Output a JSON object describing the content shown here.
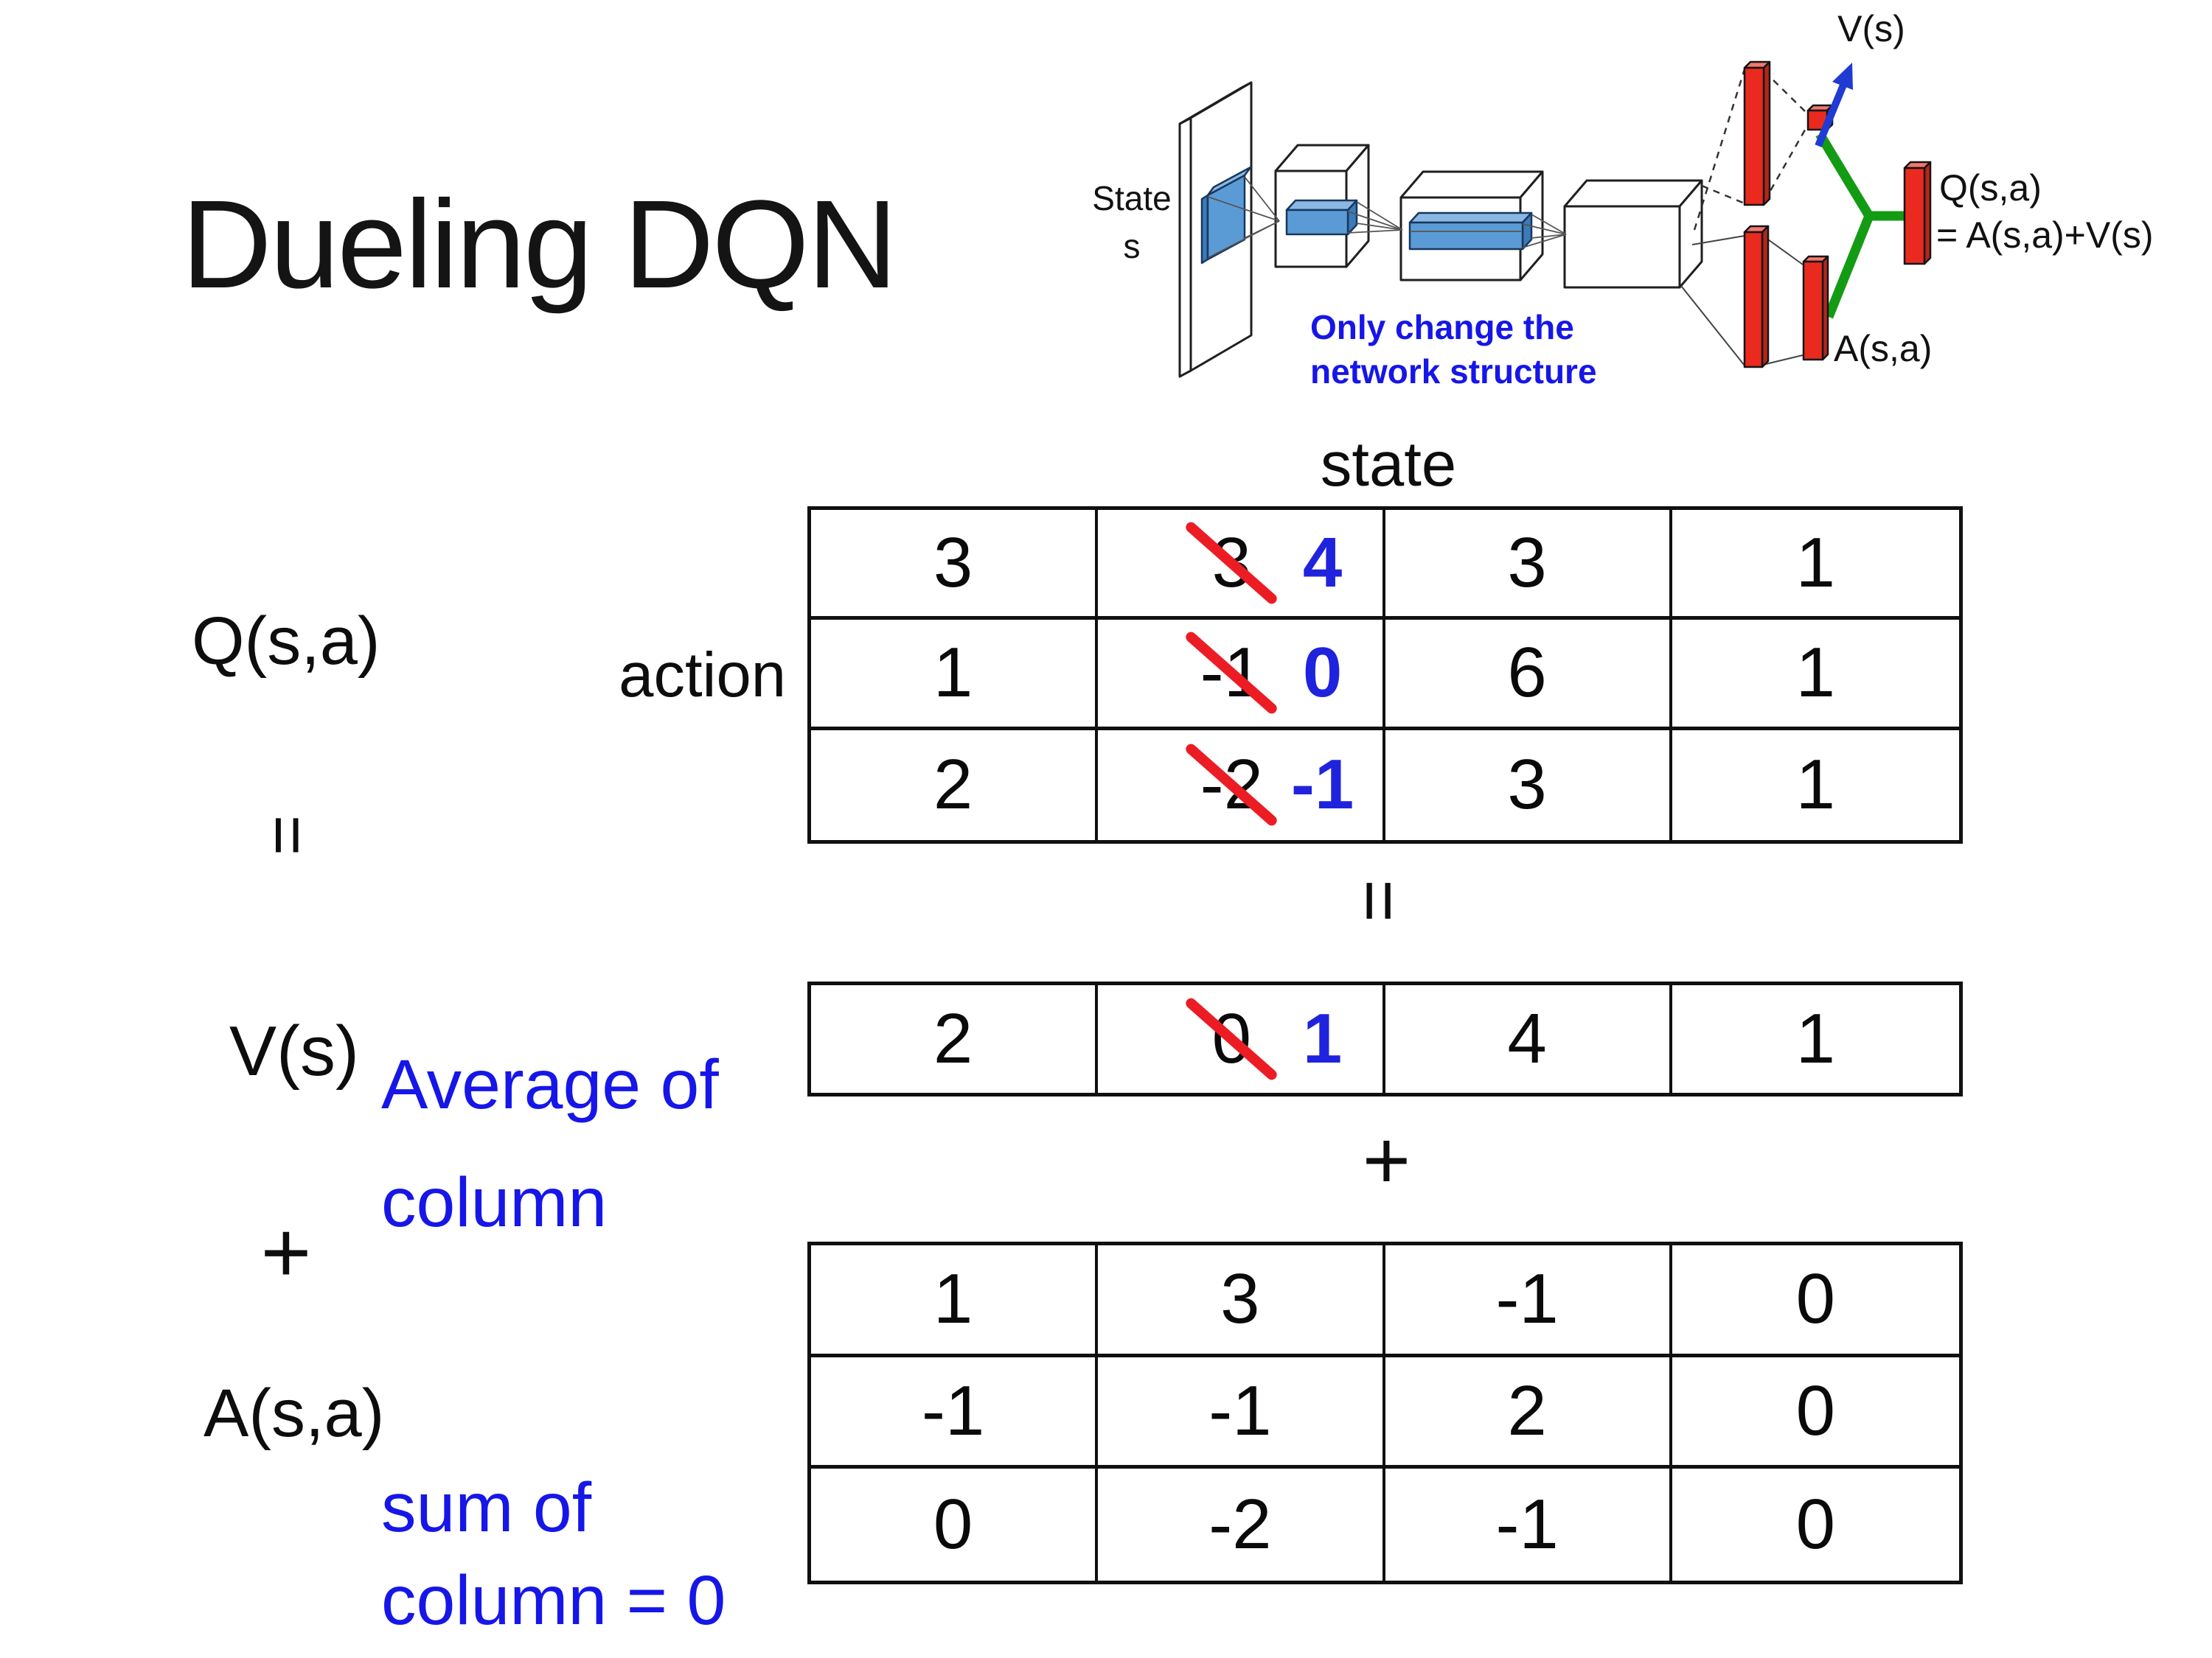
{
  "title": "Dueling DQN",
  "colors": {
    "text_black": "#111111",
    "blue_text": "#1616e8",
    "blue_number": "#2023dd",
    "strike_red": "#ec1c24",
    "bar_red": "#ea2a1e",
    "bar_blue": "#5b9bd5",
    "green_link": "#149b14",
    "arrow_blue": "#1f3bd4"
  },
  "diagram": {
    "state_label": "State",
    "state_sub": "s",
    "note_line1": "Only change the",
    "note_line2": "network structure",
    "v_out_label": "V(s)",
    "q_out_line1": "Q(s,a)",
    "q_out_line2": "= A(s,a)+V(s)",
    "a_out_label": "A(s,a)"
  },
  "equation": {
    "q_label": "Q(s,a)",
    "equals": "=",
    "v_label": "V(s)",
    "plus": "+",
    "a_label": "A(s,a)",
    "avg_line1": "Average of",
    "avg_line2": "column",
    "sum_line1": "sum of",
    "sum_line2": "column = 0"
  },
  "grid": {
    "state_header": "state",
    "action_label": "action",
    "equals": "=",
    "plus": "+"
  },
  "q_table": {
    "rows": [
      [
        {
          "v": "3"
        },
        {
          "old": "3",
          "new": "4"
        },
        {
          "v": "3"
        },
        {
          "v": "1"
        }
      ],
      [
        {
          "v": "1"
        },
        {
          "old": "-1",
          "new": "0"
        },
        {
          "v": "6"
        },
        {
          "v": "1"
        }
      ],
      [
        {
          "v": "2"
        },
        {
          "old": "-2",
          "new": "-1"
        },
        {
          "v": "3"
        },
        {
          "v": "1"
        }
      ]
    ]
  },
  "v_table": {
    "rows": [
      [
        {
          "v": "2"
        },
        {
          "old": "0",
          "new": "1"
        },
        {
          "v": "4"
        },
        {
          "v": "1"
        }
      ]
    ]
  },
  "a_table": {
    "rows": [
      [
        {
          "v": "1"
        },
        {
          "v": "3"
        },
        {
          "v": "-1"
        },
        {
          "v": "0"
        }
      ],
      [
        {
          "v": "-1"
        },
        {
          "v": "-1"
        },
        {
          "v": "2"
        },
        {
          "v": "0"
        }
      ],
      [
        {
          "v": "0"
        },
        {
          "v": "-2"
        },
        {
          "v": "-1"
        },
        {
          "v": "0"
        }
      ]
    ]
  }
}
